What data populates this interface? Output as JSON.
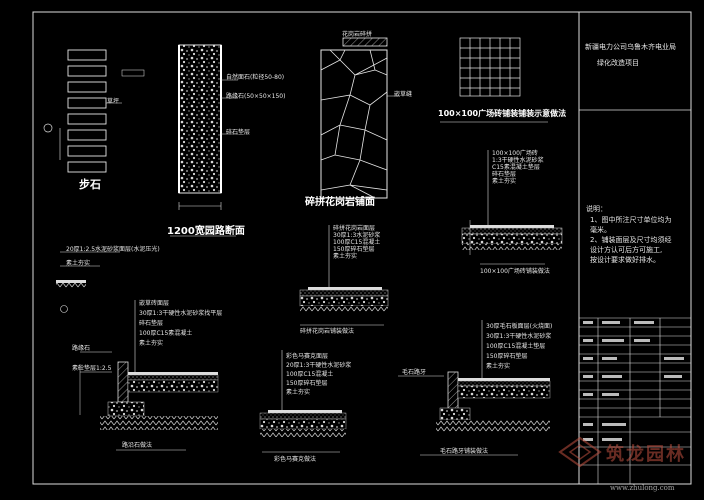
{
  "titles": {
    "stepping_stone": "步石",
    "path_1200": "1200宽园路断面",
    "flagstone": "碎拼花岗岩铺面",
    "grid_top": "100×100广场砖铺装铺装示意做法",
    "grid_section": "100×100广场砖铺装做法",
    "flagstone_section": "碎拼花岗岩铺装做法",
    "kerb_left": "路沿石做法",
    "mid_section": "彩色马赛克做法",
    "right_section": "毛石路牙铺装做法"
  },
  "labels": {
    "stepping_side": "草坪",
    "path_l1": "自然面石(粒径50-80)",
    "path_l2": "路缘石(50×50×150)",
    "path_l3": "碎石垫层",
    "flag_side": "嵌草缝",
    "flag_top": "花岗岩碎拼",
    "grid_stack": [
      "100×100广场砖",
      "1:3干硬性水泥砂浆",
      "C15素混凝土垫层",
      "碎石垫层",
      "素土夯实"
    ],
    "flag_stack": [
      "碎拼花岗岩面层",
      "30厚1:3水泥砂浆",
      "100厚C15混凝土",
      "150厚碎石垫层",
      "素土夯实"
    ],
    "plain_lead": "20厚1:2.5水泥砂浆面层(水泥压光)",
    "plain_lead2": "素土夯实",
    "kerb_stack": [
      "嵌草砖面层",
      "30厚1:3干硬性水泥砂浆找平层",
      "碎石垫层",
      "100厚C15素混凝土",
      "素土夯实"
    ],
    "kerb_small": "路缘石",
    "kerb_dim": "素砼垫层1:2.5",
    "mid_stack": [
      "彩色马赛克面层",
      "20厚1:3干硬性水泥砂浆",
      "100厚C15混凝土",
      "150厚碎石垫层",
      "素土夯实"
    ],
    "right_stack": [
      "30厚毛石板面层(火烧面)",
      "30厚1:3干硬性水泥砂浆",
      "100厚C15混凝土垫层",
      "150厚碎石垫层",
      "素土夯实"
    ],
    "right_small": "毛石路牙"
  },
  "side_panel": {
    "project": [
      "新疆电力公司乌鲁木齐电业局",
      "绿化改造项目"
    ],
    "notes_title": "说明：",
    "notes": [
      "1、图中所注尺寸单位均为",
      "   毫米。",
      "2、铺装面层及尺寸均须经",
      "   设计方认可后方可施工,",
      "   按设计要求做好排水。"
    ]
  },
  "watermark": {
    "main": "筑龙园林",
    "url": "www.zhulong.com"
  },
  "colors": {
    "line": "#e6e6e6",
    "text": "#e6e6e6",
    "bg": "#000000",
    "accent": "#c05040"
  }
}
